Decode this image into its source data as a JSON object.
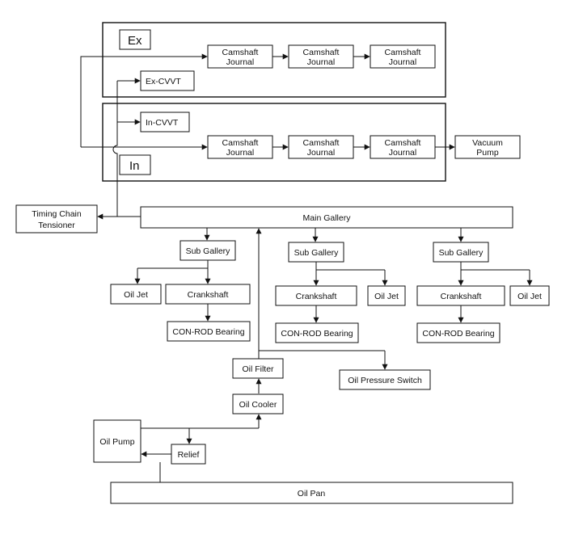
{
  "groups": {
    "ex": "Ex",
    "in": "In"
  },
  "cvvt": {
    "ex": "Ex-CVVT",
    "in": "In-CVVT"
  },
  "camshaft": {
    "line1": "Camshaft",
    "line2": "Journal"
  },
  "vacuum_pump": {
    "line1": "Vacuum",
    "line2": "Pump"
  },
  "timing_chain": {
    "line1": "Timing Chain",
    "line2": "Tensioner"
  },
  "main_gallery": "Main Gallery",
  "sub_gallery": "Sub Gallery",
  "oil_jet": "Oil Jet",
  "crankshaft": "Crankshaft",
  "conrod": "CON-ROD Bearing",
  "oil_filter": "Oil Filter",
  "oil_pressure_switch": "Oil Pressure Switch",
  "oil_cooler": "Oil Cooler",
  "oil_pump": "Oil Pump",
  "relief": "Relief",
  "oil_pan": "Oil Pan"
}
